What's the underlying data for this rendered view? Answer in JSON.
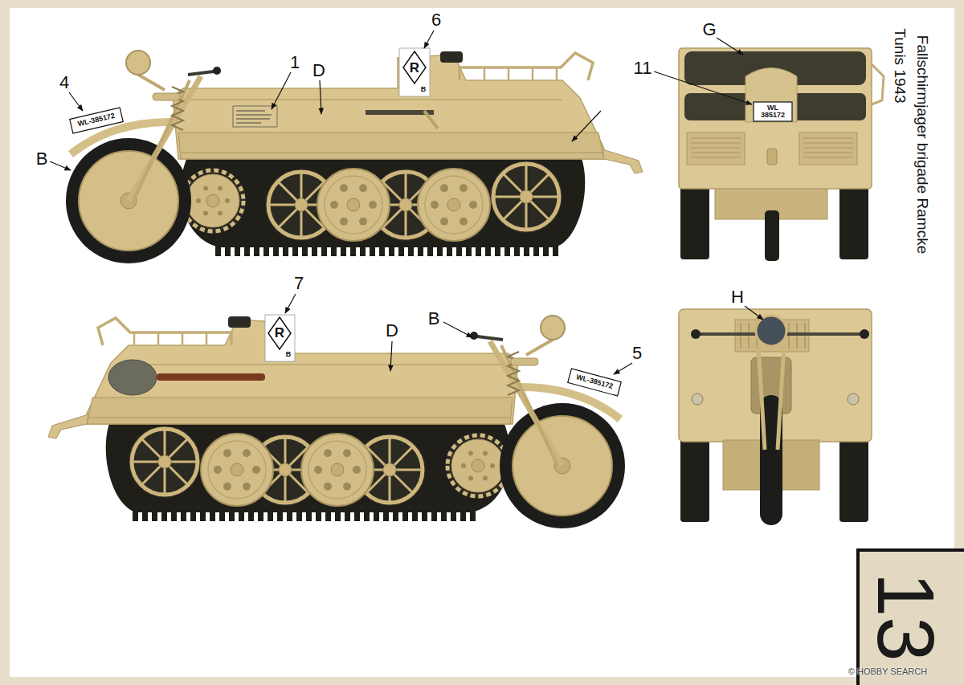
{
  "diagram": {
    "labels": [
      "Fallschirmjager brigade Ramcke",
      "Tunis 1943",
      "6",
      "1",
      "D",
      "4",
      "WL-385172",
      "R",
      "B",
      "B",
      "G",
      "11",
      "WL 385172",
      "7",
      "R",
      "B",
      "D",
      "B",
      "5",
      "WL-385172",
      "H",
      "13",
      "© HOBBY SEARCH"
    ]
  }
}
